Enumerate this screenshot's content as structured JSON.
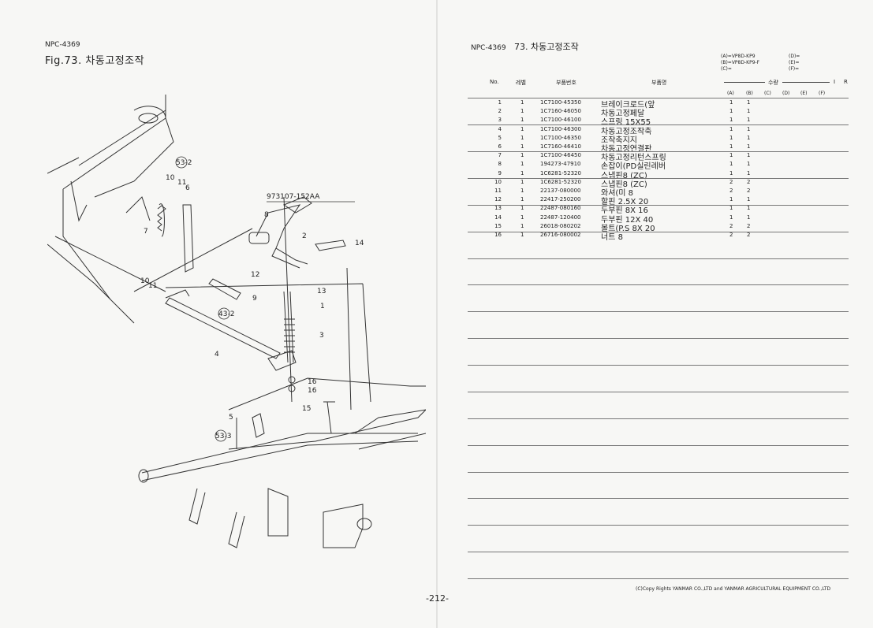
{
  "left_page": {
    "code": "NPC-4369",
    "title": "Fig.73.  차동고정조작"
  },
  "diagram": {
    "part_number_label": "973107-152AA",
    "callouts": [
      "53-2",
      "10",
      "11",
      "6",
      "7",
      "10",
      "11",
      "8",
      "2",
      "14",
      "12",
      "43-2",
      "9",
      "13",
      "1",
      "3",
      "4",
      "16",
      "16",
      "15",
      "5",
      "53-3"
    ]
  },
  "right_page": {
    "code": "NPC-4369",
    "title": "73.  차동고정조작",
    "models": {
      "A": "(A)=VP8D-KP9",
      "B": "(B)=VP8D-KP9-F",
      "C": "(C)=",
      "D": "(D)=",
      "E": "(E)=",
      "F": "(F)="
    },
    "headers": {
      "no": "No.",
      "level": "레벨",
      "part_no": "부품번호",
      "part_name": "부품명",
      "qty": "수량",
      "i": "I",
      "r": "R"
    },
    "qty_columns": [
      "(A)",
      "(B)",
      "(C)",
      "(D)",
      "(E)",
      "(F)"
    ],
    "rows": [
      {
        "no": "1",
        "lvl": "1",
        "part": "1C7100-45350",
        "name": "브레이크로드(앞",
        "a": "1",
        "b": "1"
      },
      {
        "no": "2",
        "lvl": "1",
        "part": "1C7160-46050",
        "name": "차동고정페달",
        "a": "1",
        "b": "1"
      },
      {
        "no": "3",
        "lvl": "1",
        "part": "1C7100-46100",
        "name": "스프링 15X55",
        "a": "1",
        "b": "1"
      },
      {
        "no": "4",
        "lvl": "1",
        "part": "1C7100-46300",
        "name": "차동고정조작축",
        "a": "1",
        "b": "1"
      },
      {
        "no": "5",
        "lvl": "1",
        "part": "1C7100-46350",
        "name": "조작축지지",
        "a": "1",
        "b": "1"
      },
      {
        "no": "6",
        "lvl": "1",
        "part": "1C7160-46410",
        "name": "차동고정연결판",
        "a": "1",
        "b": "1"
      },
      {
        "no": "7",
        "lvl": "1",
        "part": "1C7100-46450",
        "name": "차동고정리턴스프링",
        "a": "1",
        "b": "1"
      },
      {
        "no": "8",
        "lvl": "1",
        "part": "194273-47910",
        "name": "손잡이(PD실린레버",
        "a": "1",
        "b": "1"
      },
      {
        "no": "9",
        "lvl": "1",
        "part": "1C6281-52320",
        "name": "스냅핀8 (ZC)",
        "a": "1",
        "b": "1"
      },
      {
        "no": "10",
        "lvl": "1",
        "part": "1C6281-52320",
        "name": "스냅핀8 (ZC)",
        "a": "2",
        "b": "2"
      },
      {
        "no": "11",
        "lvl": "1",
        "part": "22137-080000",
        "name": "와셔(미 8",
        "a": "2",
        "b": "2"
      },
      {
        "no": "12",
        "lvl": "1",
        "part": "22417-250200",
        "name": "할핀 2.5X 20",
        "a": "1",
        "b": "1"
      },
      {
        "no": "13",
        "lvl": "1",
        "part": "22487-080160",
        "name": "두부핀 8X 16",
        "a": "1",
        "b": "1"
      },
      {
        "no": "14",
        "lvl": "1",
        "part": "22487-120400",
        "name": "두부핀 12X 40",
        "a": "1",
        "b": "1"
      },
      {
        "no": "15",
        "lvl": "1",
        "part": "26018-080202",
        "name": "볼트(P.S  8X 20",
        "a": "2",
        "b": "2"
      },
      {
        "no": "16",
        "lvl": "1",
        "part": "26716-080002",
        "name": "너트 8",
        "a": "2",
        "b": "2"
      }
    ],
    "copyright": "(C)Copy Rights  YANMAR CO.,LTD and YANMAR AGRICULTURAL EQUIPMENT CO.,LTD"
  },
  "page_number": "-212-"
}
